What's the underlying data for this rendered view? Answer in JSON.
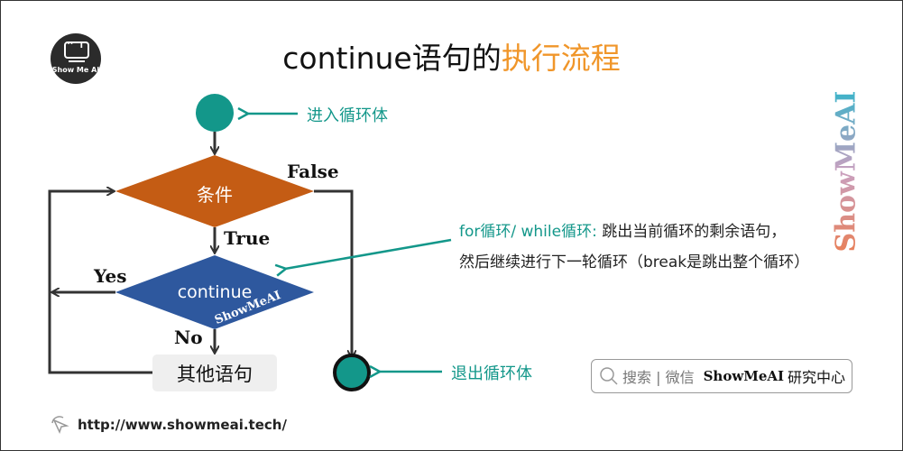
{
  "logo": {
    "glyph": "^ I",
    "name": "Show Me AI"
  },
  "title": {
    "prefix": "continue语句的",
    "highlight": "执行流程"
  },
  "colors": {
    "teal": "#13978a",
    "orange_diamond": "#c45c14",
    "blue_diamond": "#2e589e",
    "title_highlight": "#f0962a",
    "line": "#333333"
  },
  "flow": {
    "start_label": "进入循环体",
    "condition_label": "条件",
    "false_label": "False",
    "true_label": "True",
    "continue_label": "continue",
    "yes_label": "Yes",
    "no_label": "No",
    "other_label": "其他语句",
    "exit_label": "退出循环体",
    "watermark": "ShowMeAI"
  },
  "description": {
    "line1_teal": "for循环/  while循环:",
    "line1_rest": " 跳出当前循环的剩余语句，",
    "line2": "然后继续进行下一轮循环（break是跳出整个循环）"
  },
  "side_brand": "ShowMeAI",
  "search_box": {
    "placeholder": "搜索 | 微信",
    "brand": "ShowMeAI",
    "brand_suffix": "研究中心"
  },
  "footer": {
    "url": "http://www.showmeai.tech/"
  }
}
